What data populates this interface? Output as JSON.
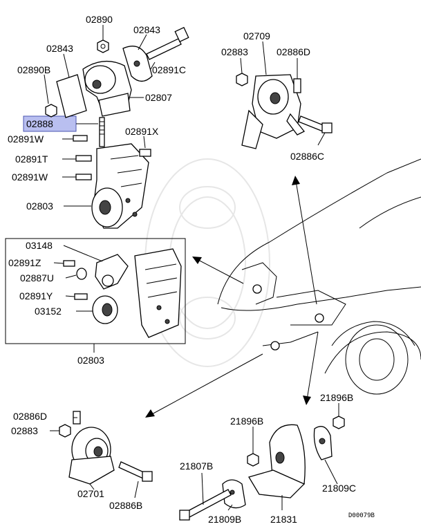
{
  "highlight_color": "#b9bff0",
  "labels": {
    "p02890": "02890",
    "p02843a": "02843",
    "p02843b": "02843",
    "p02890B": "02890B",
    "p02891C": "02891C",
    "p02807": "02807",
    "p02888": "02888",
    "p02891W_a": "02891W",
    "p02891X": "02891X",
    "p02891T": "02891T",
    "p02891W_b": "02891W",
    "p02803a": "02803",
    "p03148": "03148",
    "p02891Z": "02891Z",
    "p02887U": "02887U",
    "p02891Y": "02891Y",
    "p03152": "03152",
    "p02803b": "02803",
    "p02709": "02709",
    "p02883a": "02883",
    "p02886D_a": "02886D",
    "p02886C": "02886C",
    "p21896B_a": "21896B",
    "p02886D_b": "02886D",
    "p02883b": "02883",
    "p21896B_b": "21896B",
    "p02701": "02701",
    "p02886B": "02886B",
    "p21807B": "21807B",
    "p21809C": "21809C",
    "p21809B": "21809B",
    "p21831": "21831"
  },
  "diagram_code": "D00079B"
}
